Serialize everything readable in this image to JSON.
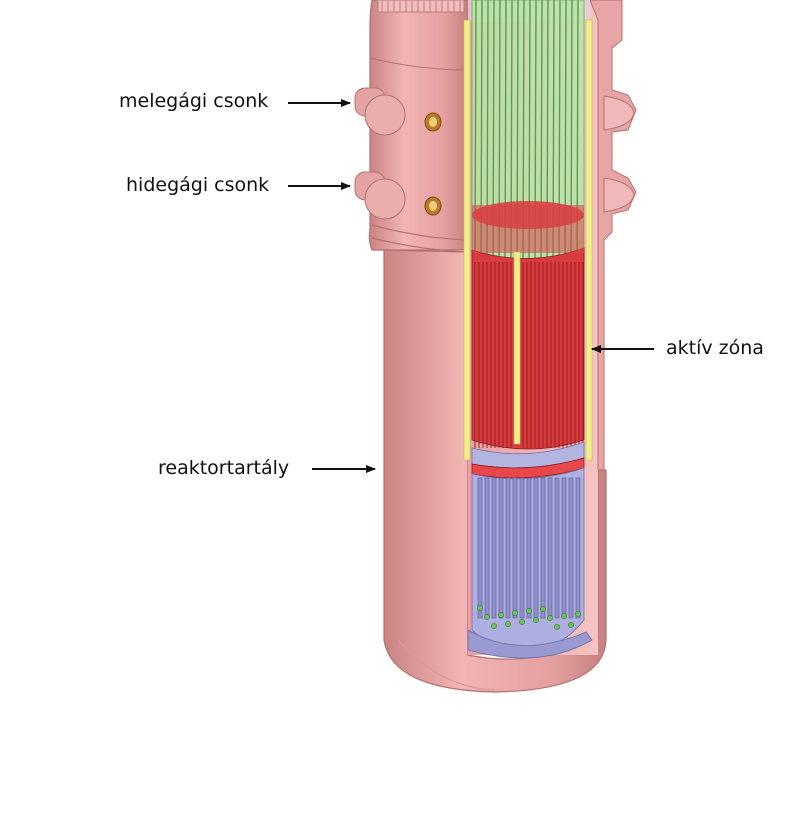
{
  "labels": {
    "hot_leg_nozzle": "melegági csonk",
    "cold_leg_nozzle": "hidegági csonk",
    "active_core": "aktív zóna",
    "reactor_vessel": "reaktortartály"
  },
  "colors": {
    "vessel": "#e8a2a2",
    "vessel_dark": "#c98080",
    "fuel_upper": "#9cd68e",
    "fuel_core": "#e8474a",
    "lower_plenum": "#a7a8dc",
    "baffle": "#f3ee8c",
    "arrow": "#111111"
  }
}
